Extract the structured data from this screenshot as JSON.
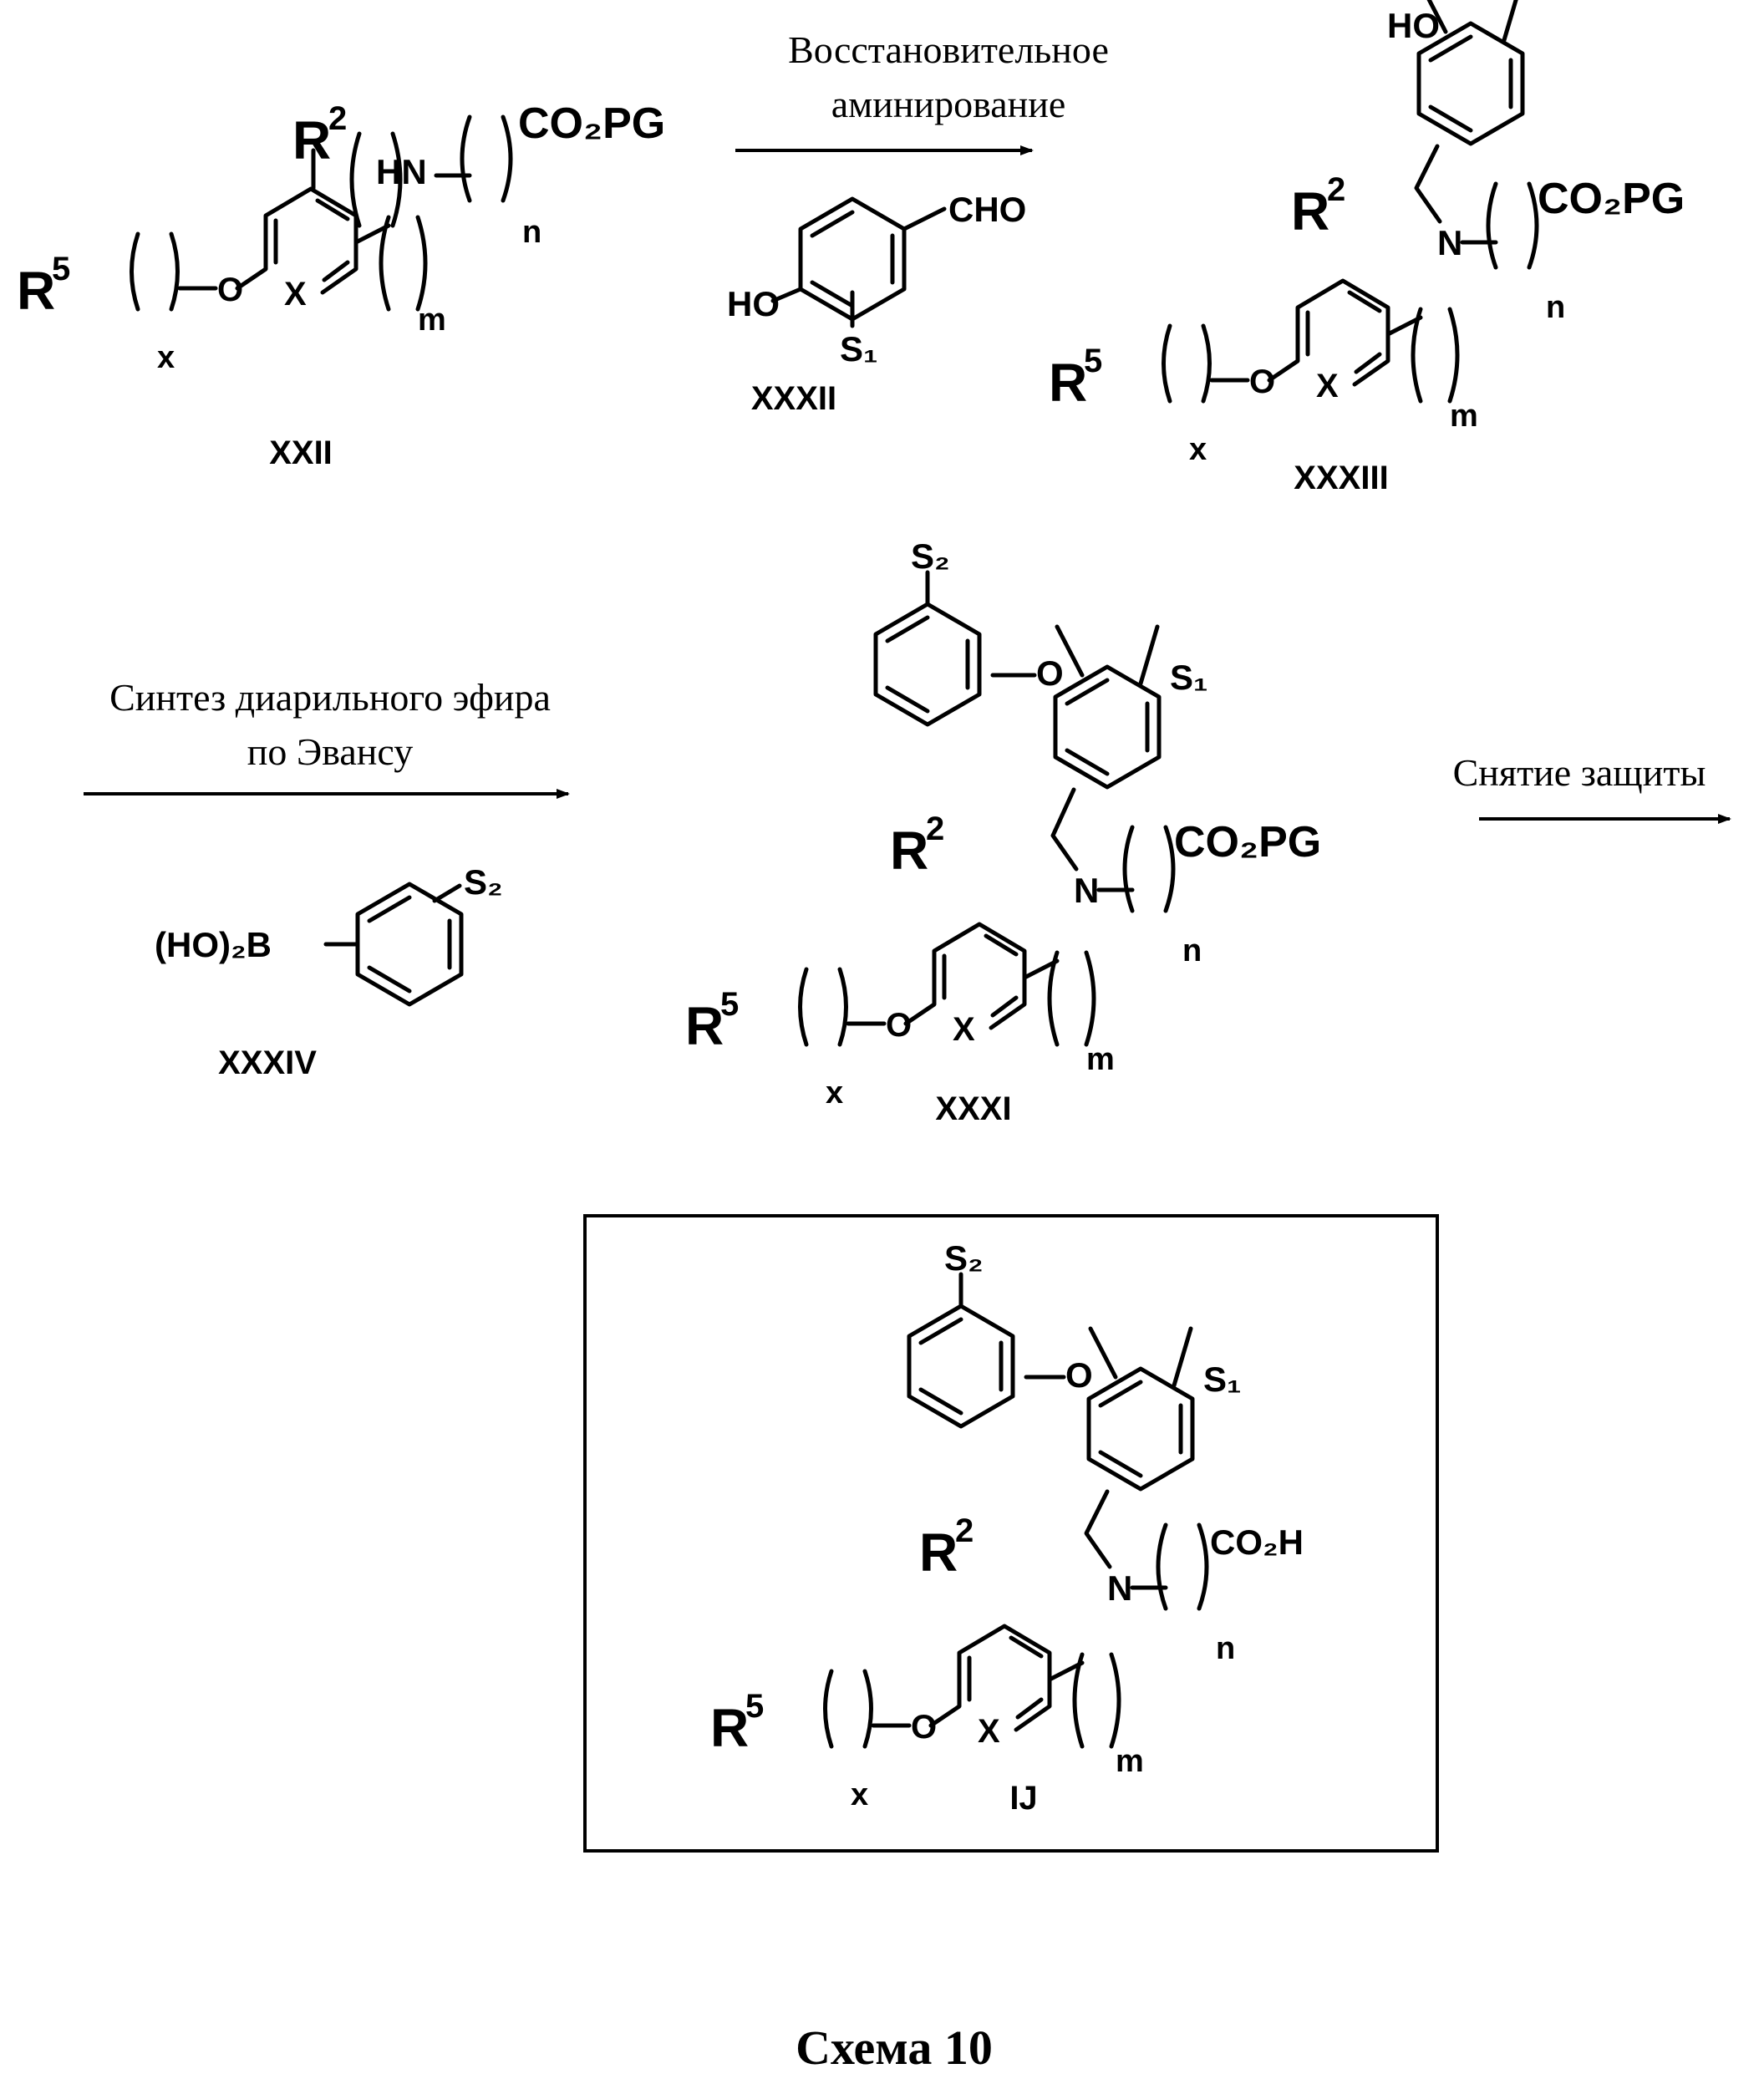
{
  "atoms": {
    "R": "R",
    "sup5": "5",
    "sup2": "2",
    "O": "O",
    "X": "X",
    "x": "x",
    "m": "m",
    "n": "n",
    "HN": "HN",
    "N": "N",
    "HO": "HO",
    "CO2PG": "CO₂PG",
    "CO2H": "CO₂H",
    "CHO": "CHO",
    "S1": "S₁",
    "S2": "S₂",
    "HO2B": "(HO)₂B"
  },
  "compounds": {
    "xxii": "XXII",
    "xxxii": "XXXII",
    "xxxiii": "XXXIII",
    "xxxiv": "XXXIV",
    "xxxi": "XXXI",
    "ij": "IJ"
  },
  "steps": {
    "reductive_amination": [
      "Восстановительное",
      "аминирование"
    ],
    "evans_ether_synthesis": [
      "Синтез диарильного эфира",
      "по Эвансу"
    ],
    "deprotection": "Снятие защиты"
  },
  "scheme_title": "Схема 10"
}
